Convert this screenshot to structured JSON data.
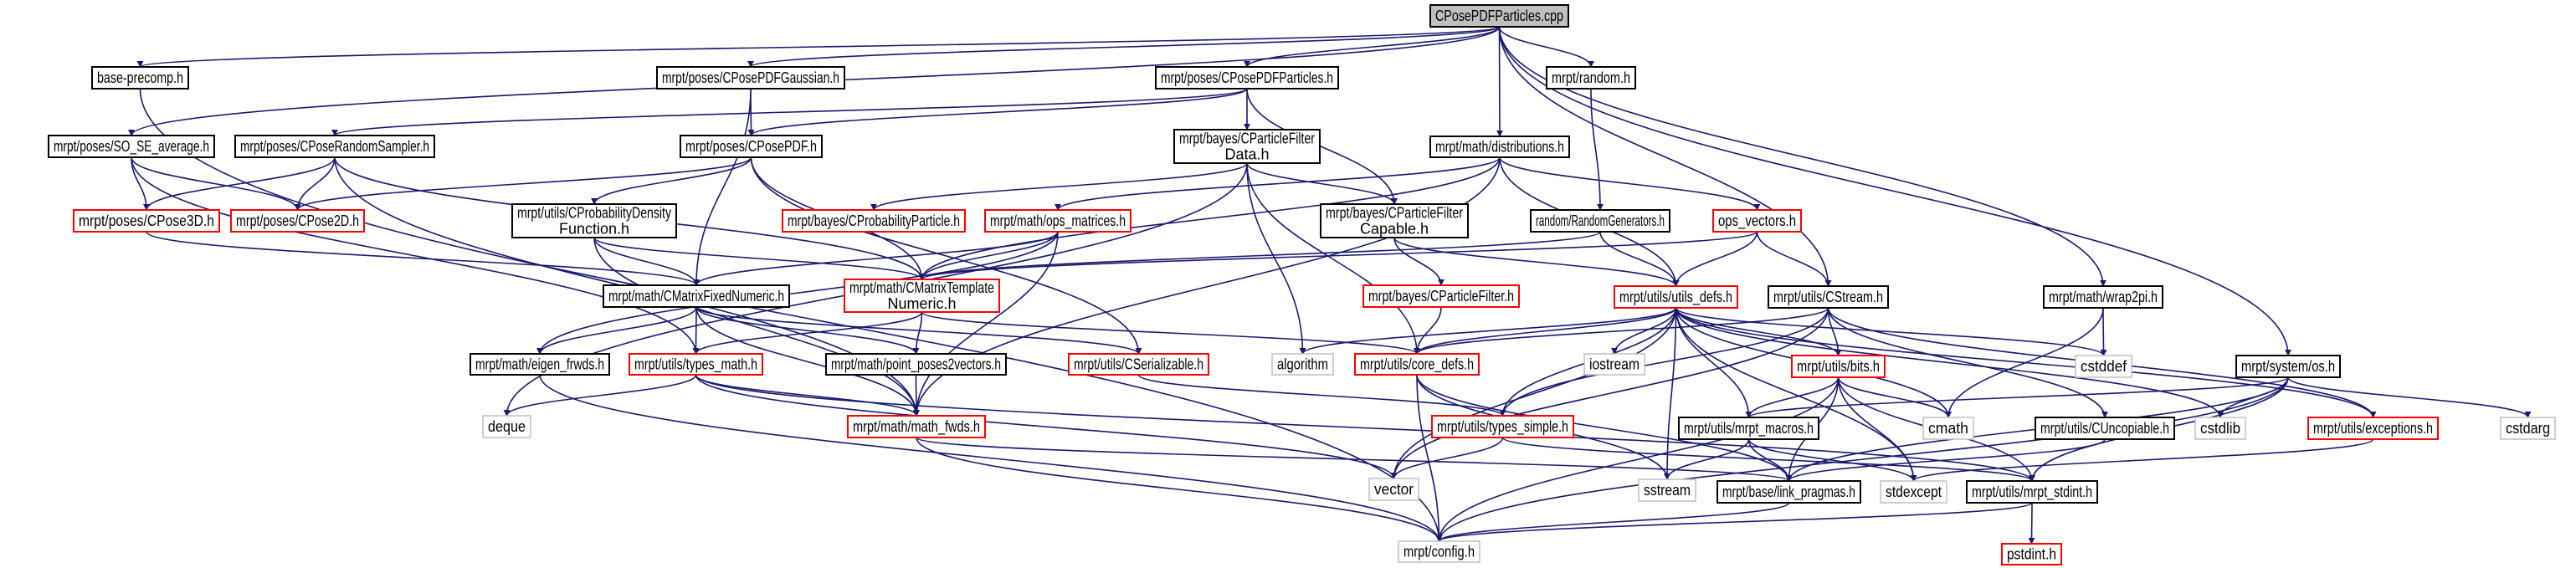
{
  "title": "CPosePDFParticles.cpp",
  "colors": {
    "edge": "#191970",
    "normal_border": "#000000",
    "missing_border": "#ff0000",
    "system_border": "#bfbfbf",
    "root_fill": "#bfbfbf"
  },
  "nodes": [
    {
      "id": "root",
      "label": [
        "CPosePDFParticles.cpp"
      ],
      "style": "root"
    },
    {
      "id": "base_precomp",
      "label": [
        "base-precomp.h"
      ],
      "style": "normal"
    },
    {
      "id": "gaussian",
      "label": [
        "mrpt/poses/CPosePDFGaussian.h"
      ],
      "style": "normal"
    },
    {
      "id": "particles_h",
      "label": [
        "mrpt/poses/CPosePDFParticles.h"
      ],
      "style": "normal"
    },
    {
      "id": "random",
      "label": [
        "mrpt/random.h"
      ],
      "style": "normal"
    },
    {
      "id": "so_se",
      "label": [
        "mrpt/poses/SO_SE_average.h"
      ],
      "style": "normal"
    },
    {
      "id": "sampler",
      "label": [
        "mrpt/poses/CPoseRandomSampler.h"
      ],
      "style": "normal"
    },
    {
      "id": "pdf",
      "label": [
        "mrpt/poses/CPosePDF.h"
      ],
      "style": "normal"
    },
    {
      "id": "pf_data",
      "label": [
        "mrpt/bayes/CParticleFilter",
        "Data.h"
      ],
      "style": "normal"
    },
    {
      "id": "distributions",
      "label": [
        "mrpt/math/distributions.h"
      ],
      "style": "normal"
    },
    {
      "id": "pose3d",
      "label": [
        "mrpt/poses/CPose3D.h"
      ],
      "style": "missing"
    },
    {
      "id": "pose2d",
      "label": [
        "mrpt/poses/CPose2D.h"
      ],
      "style": "missing"
    },
    {
      "id": "prob_density",
      "label": [
        "mrpt/utils/CProbabilityDensity",
        "Function.h"
      ],
      "style": "normal"
    },
    {
      "id": "prob_particle",
      "label": [
        "mrpt/bayes/CProbabilityParticle.h"
      ],
      "style": "missing"
    },
    {
      "id": "ops_matrices",
      "label": [
        "mrpt/math/ops_matrices.h"
      ],
      "style": "missing"
    },
    {
      "id": "pf_capable",
      "label": [
        "mrpt/bayes/CParticleFilter",
        "Capable.h"
      ],
      "style": "normal"
    },
    {
      "id": "random_gen",
      "label": [
        "random/RandomGenerators.h"
      ],
      "style": "normal"
    },
    {
      "id": "ops_vectors",
      "label": [
        "ops_vectors.h"
      ],
      "style": "missing"
    },
    {
      "id": "fixed_numeric",
      "label": [
        "mrpt/math/CMatrixFixedNumeric.h"
      ],
      "style": "normal"
    },
    {
      "id": "template_numeric",
      "label": [
        "mrpt/math/CMatrixTemplate",
        "Numeric.h"
      ],
      "style": "missing"
    },
    {
      "id": "particle_filter",
      "label": [
        "mrpt/bayes/CParticleFilter.h"
      ],
      "style": "missing"
    },
    {
      "id": "utils_defs",
      "label": [
        "mrpt/utils/utils_defs.h"
      ],
      "style": "missing"
    },
    {
      "id": "cstream",
      "label": [
        "mrpt/utils/CStream.h"
      ],
      "style": "normal"
    },
    {
      "id": "wrap2pi",
      "label": [
        "mrpt/math/wrap2pi.h"
      ],
      "style": "normal"
    },
    {
      "id": "eigen_frwds",
      "label": [
        "mrpt/math/eigen_frwds.h"
      ],
      "style": "normal"
    },
    {
      "id": "types_math",
      "label": [
        "mrpt/utils/types_math.h"
      ],
      "style": "missing"
    },
    {
      "id": "point_poses",
      "label": [
        "mrpt/math/point_poses2vectors.h"
      ],
      "style": "normal"
    },
    {
      "id": "cserializable",
      "label": [
        "mrpt/utils/CSerializable.h"
      ],
      "style": "missing"
    },
    {
      "id": "algorithm",
      "label": [
        "algorithm"
      ],
      "style": "system"
    },
    {
      "id": "core_defs",
      "label": [
        "mrpt/utils/core_defs.h"
      ],
      "style": "missing"
    },
    {
      "id": "iostream",
      "label": [
        "iostream"
      ],
      "style": "system"
    },
    {
      "id": "bits",
      "label": [
        "mrpt/utils/bits.h"
      ],
      "style": "missing"
    },
    {
      "id": "cstddef",
      "label": [
        "cstddef"
      ],
      "style": "system"
    },
    {
      "id": "os",
      "label": [
        "mrpt/system/os.h"
      ],
      "style": "normal"
    },
    {
      "id": "deque",
      "label": [
        "deque"
      ],
      "style": "system"
    },
    {
      "id": "math_fwds",
      "label": [
        "mrpt/math/math_fwds.h"
      ],
      "style": "missing"
    },
    {
      "id": "types_simple",
      "label": [
        "mrpt/utils/types_simple.h"
      ],
      "style": "missing"
    },
    {
      "id": "mrpt_macros",
      "label": [
        "mrpt/utils/mrpt_macros.h"
      ],
      "style": "normal"
    },
    {
      "id": "cmath",
      "label": [
        "cmath"
      ],
      "style": "system"
    },
    {
      "id": "cuncopiable",
      "label": [
        "mrpt/utils/CUncopiable.h"
      ],
      "style": "normal"
    },
    {
      "id": "cstdlib",
      "label": [
        "cstdlib"
      ],
      "style": "system"
    },
    {
      "id": "exceptions",
      "label": [
        "mrpt/utils/exceptions.h"
      ],
      "style": "missing"
    },
    {
      "id": "cstdarg",
      "label": [
        "cstdarg"
      ],
      "style": "system"
    },
    {
      "id": "vector",
      "label": [
        "vector"
      ],
      "style": "system"
    },
    {
      "id": "sstream",
      "label": [
        "sstream"
      ],
      "style": "system"
    },
    {
      "id": "link_pragmas",
      "label": [
        "mrpt/base/link_pragmas.h"
      ],
      "style": "normal"
    },
    {
      "id": "stdexcept",
      "label": [
        "stdexcept"
      ],
      "style": "system"
    },
    {
      "id": "mrpt_stdint",
      "label": [
        "mrpt/utils/mrpt_stdint.h"
      ],
      "style": "normal"
    },
    {
      "id": "config",
      "label": [
        "mrpt/config.h"
      ],
      "style": "system"
    },
    {
      "id": "pstdint",
      "label": [
        "pstdint.h"
      ],
      "style": "missing"
    }
  ],
  "edges": [
    [
      "root",
      "base_precomp"
    ],
    [
      "root",
      "gaussian"
    ],
    [
      "root",
      "particles_h"
    ],
    [
      "root",
      "random"
    ],
    [
      "root",
      "distributions"
    ],
    [
      "root",
      "so_se"
    ],
    [
      "root",
      "cstream"
    ],
    [
      "root",
      "wrap2pi"
    ],
    [
      "root",
      "os"
    ],
    [
      "base_precomp",
      "config"
    ],
    [
      "gaussian",
      "pdf"
    ],
    [
      "gaussian",
      "fixed_numeric"
    ],
    [
      "particles_h",
      "sampler"
    ],
    [
      "particles_h",
      "pdf"
    ],
    [
      "particles_h",
      "pf_data"
    ],
    [
      "particles_h",
      "pf_capable"
    ],
    [
      "random",
      "random_gen"
    ],
    [
      "so_se",
      "pose3d"
    ],
    [
      "so_se",
      "pose2d"
    ],
    [
      "so_se",
      "types_math"
    ],
    [
      "sampler",
      "pose3d"
    ],
    [
      "sampler",
      "pose2d"
    ],
    [
      "sampler",
      "math_fwds"
    ],
    [
      "sampler",
      "template_numeric"
    ],
    [
      "pdf",
      "pose2d"
    ],
    [
      "pdf",
      "prob_density"
    ],
    [
      "pdf",
      "template_numeric"
    ],
    [
      "pdf",
      "cserializable"
    ],
    [
      "pf_data",
      "prob_particle"
    ],
    [
      "pf_data",
      "pf_capable"
    ],
    [
      "pf_data",
      "algorithm"
    ],
    [
      "pf_data",
      "core_defs"
    ],
    [
      "pf_data",
      "deque"
    ],
    [
      "distributions",
      "ops_matrices"
    ],
    [
      "distributions",
      "template_numeric"
    ],
    [
      "distributions",
      "math_fwds"
    ],
    [
      "distributions",
      "ops_vectors"
    ],
    [
      "distributions",
      "utils_defs"
    ],
    [
      "pose3d",
      "fixed_numeric"
    ],
    [
      "prob_density",
      "fixed_numeric"
    ],
    [
      "prob_density",
      "template_numeric"
    ],
    [
      "prob_density",
      "math_fwds"
    ],
    [
      "ops_matrices",
      "fixed_numeric"
    ],
    [
      "ops_matrices",
      "template_numeric"
    ],
    [
      "ops_matrices",
      "math_fwds"
    ],
    [
      "ops_matrices",
      "eigen_frwds"
    ],
    [
      "pf_capable",
      "particle_filter"
    ],
    [
      "pf_capable",
      "utils_defs"
    ],
    [
      "random_gen",
      "template_numeric"
    ],
    [
      "random_gen",
      "utils_defs"
    ],
    [
      "ops_vectors",
      "template_numeric"
    ],
    [
      "ops_vectors",
      "utils_defs"
    ],
    [
      "ops_vectors",
      "cstream"
    ],
    [
      "fixed_numeric",
      "eigen_frwds"
    ],
    [
      "fixed_numeric",
      "types_math"
    ],
    [
      "fixed_numeric",
      "math_fwds"
    ],
    [
      "fixed_numeric",
      "point_poses"
    ],
    [
      "fixed_numeric",
      "cserializable"
    ],
    [
      "template_numeric",
      "types_math"
    ],
    [
      "template_numeric",
      "point_poses"
    ],
    [
      "template_numeric",
      "core_defs"
    ],
    [
      "particle_filter",
      "core_defs"
    ],
    [
      "utils_defs",
      "algorithm"
    ],
    [
      "utils_defs",
      "core_defs"
    ],
    [
      "utils_defs",
      "iostream"
    ],
    [
      "utils_defs",
      "bits"
    ],
    [
      "utils_defs",
      "cstddef"
    ],
    [
      "utils_defs",
      "cmath"
    ],
    [
      "utils_defs",
      "cstdlib"
    ],
    [
      "utils_defs",
      "vector"
    ],
    [
      "utils_defs",
      "sstream"
    ],
    [
      "utils_defs",
      "stdexcept"
    ],
    [
      "utils_defs",
      "types_simple"
    ],
    [
      "utils_defs",
      "mrpt_macros"
    ],
    [
      "utils_defs",
      "exceptions"
    ],
    [
      "cstream",
      "core_defs"
    ],
    [
      "cstream",
      "bits"
    ],
    [
      "cstream",
      "cuncopiable"
    ],
    [
      "cstream",
      "exceptions"
    ],
    [
      "cstream",
      "vector"
    ],
    [
      "cstream",
      "types_simple"
    ],
    [
      "wrap2pi",
      "cstddef"
    ],
    [
      "wrap2pi",
      "cmath"
    ],
    [
      "os",
      "mrpt_macros"
    ],
    [
      "os",
      "cstdlib"
    ],
    [
      "os",
      "cstdarg"
    ],
    [
      "os",
      "link_pragmas"
    ],
    [
      "os",
      "mrpt_stdint"
    ],
    [
      "os",
      "config"
    ],
    [
      "eigen_frwds",
      "config"
    ],
    [
      "types_math",
      "deque"
    ],
    [
      "types_math",
      "math_fwds"
    ],
    [
      "types_math",
      "vector"
    ],
    [
      "types_math",
      "mrpt_stdint"
    ],
    [
      "point_poses",
      "math_fwds"
    ],
    [
      "cserializable",
      "types_simple"
    ],
    [
      "core_defs",
      "config"
    ],
    [
      "core_defs",
      "link_pragmas"
    ],
    [
      "core_defs",
      "sstream"
    ],
    [
      "bits",
      "mrpt_macros"
    ],
    [
      "bits",
      "cmath"
    ],
    [
      "bits",
      "config"
    ],
    [
      "bits",
      "link_pragmas"
    ],
    [
      "bits",
      "mrpt_stdint"
    ],
    [
      "bits",
      "stdexcept"
    ],
    [
      "math_fwds",
      "config"
    ],
    [
      "math_fwds",
      "link_pragmas"
    ],
    [
      "types_simple",
      "vector"
    ],
    [
      "types_simple",
      "mrpt_stdint"
    ],
    [
      "mrpt_macros",
      "link_pragmas"
    ],
    [
      "mrpt_macros",
      "stdexcept"
    ],
    [
      "mrpt_macros",
      "sstream"
    ],
    [
      "cuncopiable",
      "link_pragmas"
    ],
    [
      "exceptions",
      "stdexcept"
    ],
    [
      "link_pragmas",
      "config"
    ],
    [
      "mrpt_stdint",
      "pstdint"
    ],
    [
      "mrpt_stdint",
      "config"
    ]
  ]
}
